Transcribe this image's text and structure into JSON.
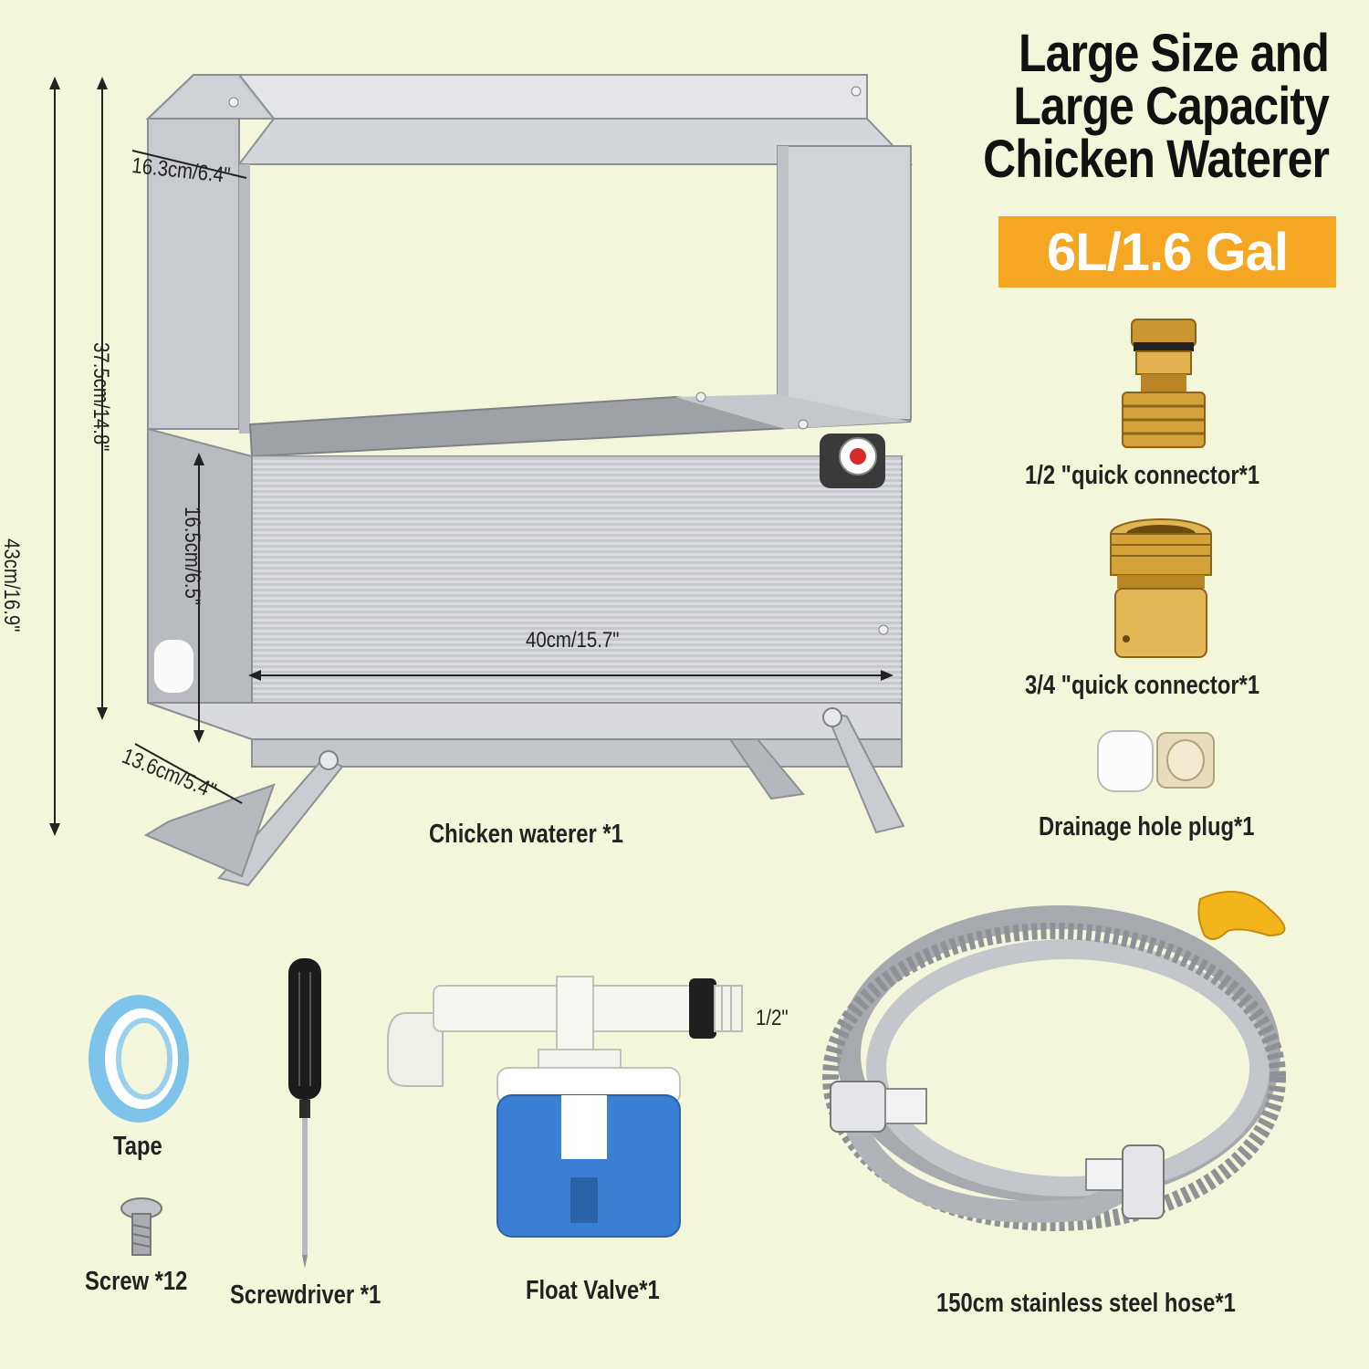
{
  "title": {
    "line1": "Large Size and",
    "line2": "Large Capacity",
    "line3": "Chicken Waterer"
  },
  "capacity": "6L/1.6 Gal",
  "dimensions": {
    "roof_depth": "16.3cm/6.4\"",
    "total_height": "43cm/16.9\"",
    "frame_height": "37.5cm/14.8\"",
    "trough_height": "16.5cm/6.5\"",
    "width": "40cm/15.7\"",
    "base_depth": "13.6cm/5.4\"",
    "valve_thread": "1/2\""
  },
  "items": {
    "connector_half": "1/2 \"quick connector*1",
    "connector_three_quarter": "3/4 \"quick connector*1",
    "drain_plug": "Drainage hole plug*1",
    "waterer": "Chicken waterer *1",
    "tape": "Tape",
    "screw": "Screw *12",
    "screwdriver": "Screwdriver *1",
    "float_valve": "Float Valve*1",
    "hose": "150cm stainless steel hose*1"
  },
  "colors": {
    "background": "#f4f6dc",
    "accent": "#f5a623",
    "steel": "#c9ccd0",
    "brass": "#d4a13a",
    "valve_blue": "#3b7fd4"
  }
}
